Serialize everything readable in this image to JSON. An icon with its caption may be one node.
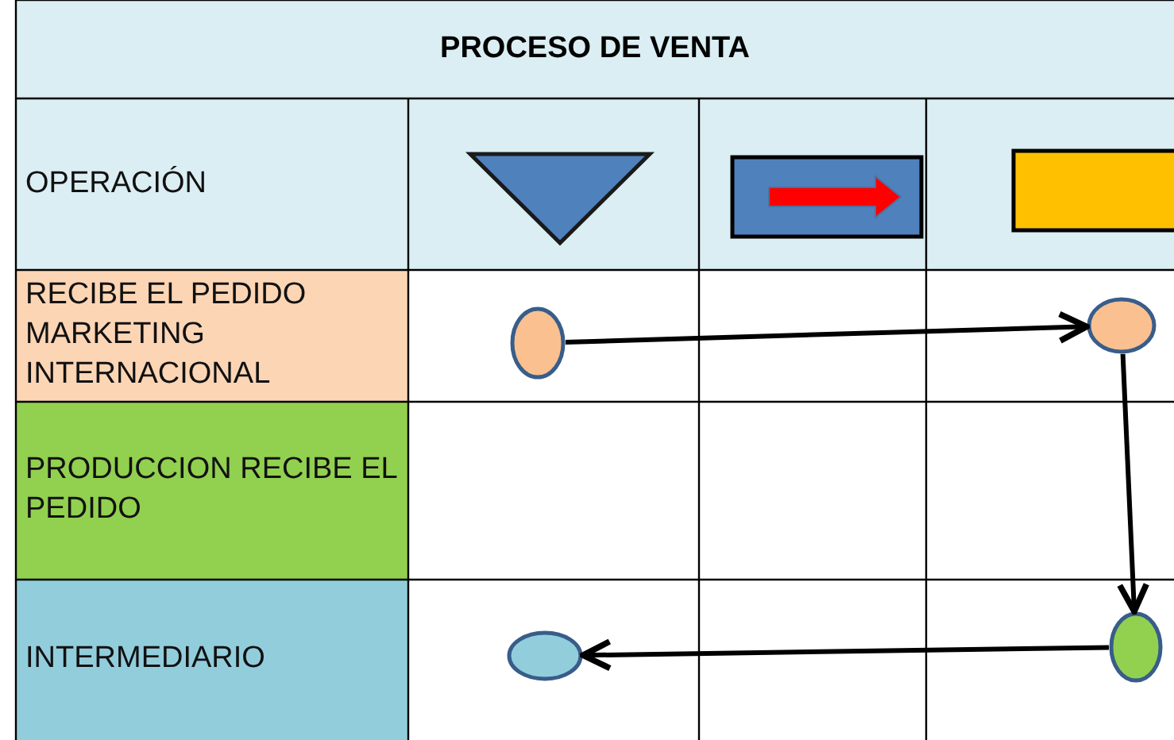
{
  "diagram": {
    "title": "PROCESO DE VENTA",
    "nodes": [
      {
        "text": [
          "OPERACIÓN"
        ]
      },
      {
        "text": [],
        "shape": "triangle"
      },
      {
        "text": [],
        "shape": "arrow"
      },
      {
        "text": [],
        "shape": "box"
      },
      {
        "text": [
          "RECIBE EL PEDIDO MARKETING INTERNACIONAL"
        ]
      },
      {
        "text": [
          "PRODUCCION RECIBE EL PEDIDO"
        ]
      },
      {
        "text": [
          "INTERMEDIARIO"
        ]
      },
      {
        "text": [],
        "shape": "ellipse"
      },
      {
        "text": [],
        "shape": "ellipse"
      },
      {
        "text": [],
        "shape": "ellipse"
      },
      {
        "text": [],
        "shape": "ellipse"
      }
    ],
    "edges": [
      {
        "from": 7,
        "to": 8,
        "arrow": "to"
      },
      {
        "from": 8,
        "to": 9,
        "arrow": "to"
      },
      {
        "from": 9,
        "to": 10,
        "arrow": "to"
      }
    ]
  }
}
